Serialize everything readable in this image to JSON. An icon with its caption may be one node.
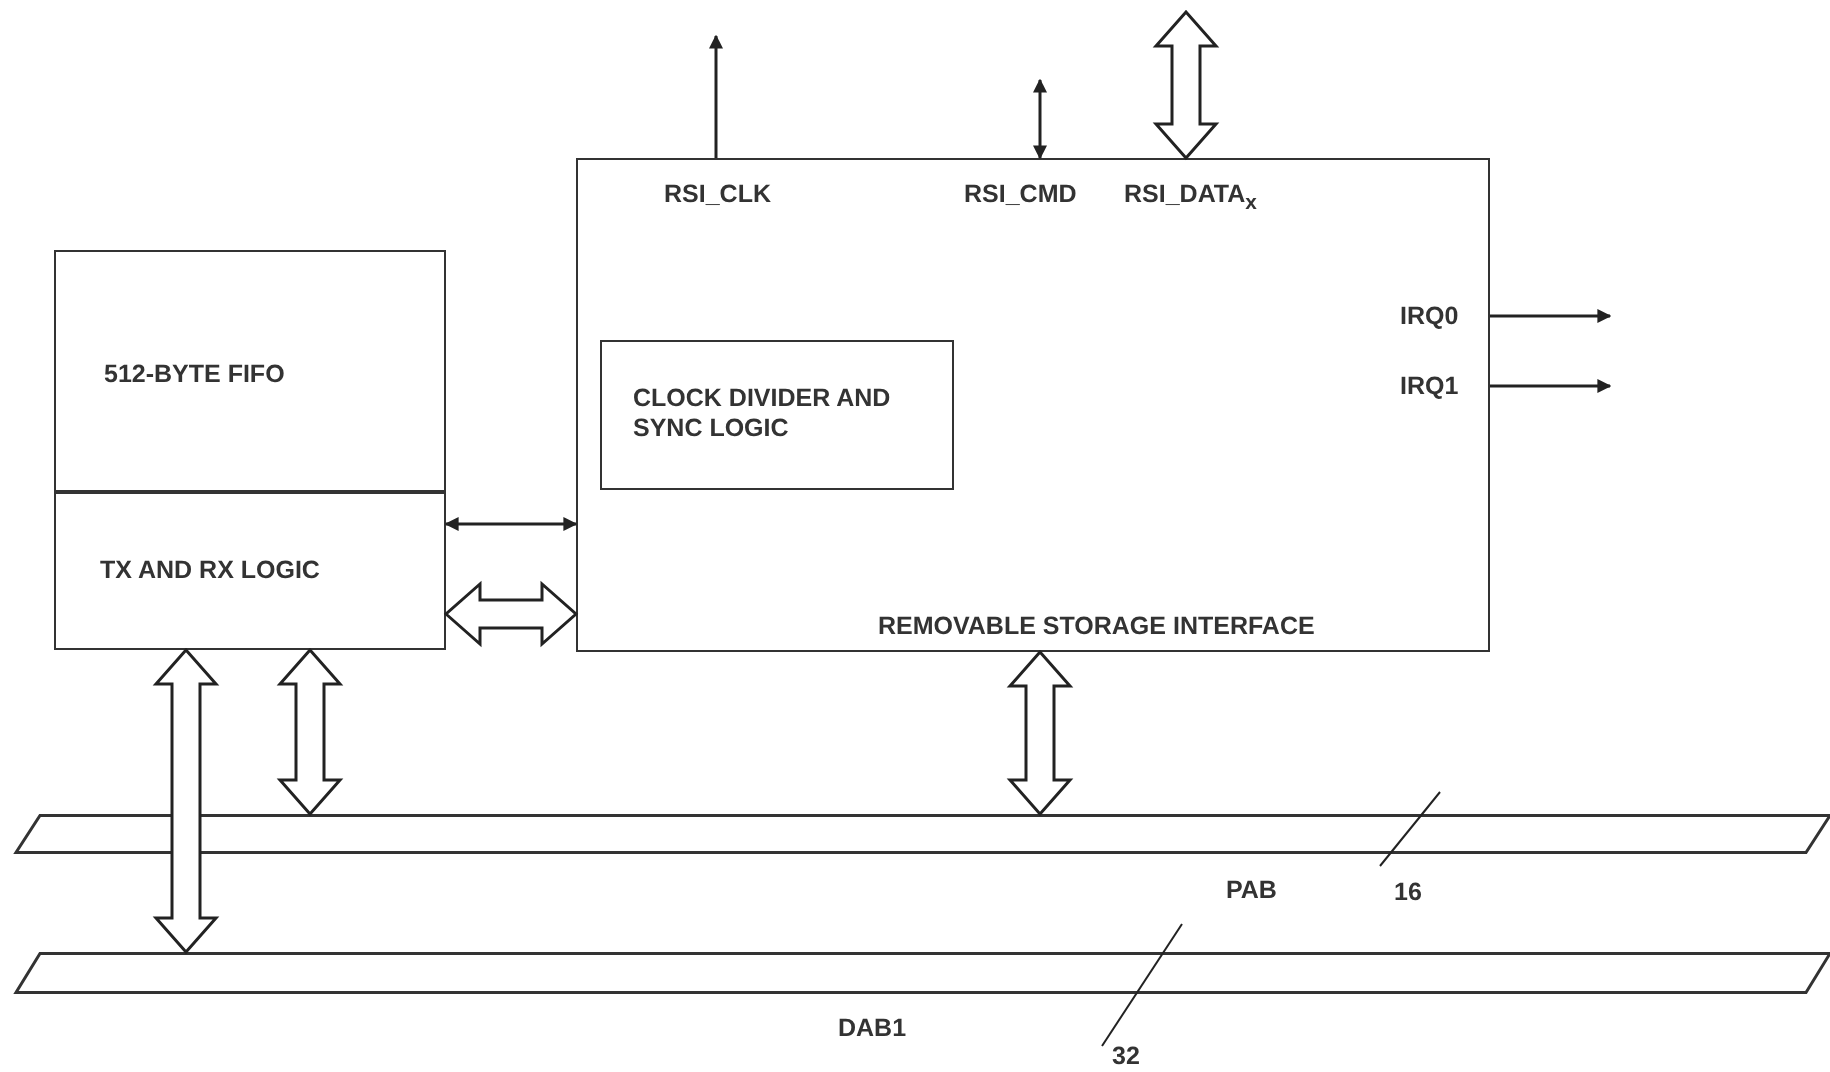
{
  "diagram": {
    "nodes": [
      {
        "text": [
          "512-BYTE FIFO"
        ]
      },
      {
        "text": [
          "TX AND RX LOGIC"
        ]
      },
      {
        "text": [
          "REMOVABLE STORAGE INTERFACE"
        ]
      },
      {
        "text": [
          "CLOCK DIVIDER AND SYNC LOGIC"
        ],
        "in": 2
      },
      {
        "text": [
          "PAB"
        ]
      },
      {
        "text": [
          "DAB1"
        ]
      }
    ],
    "edges": [
      {
        "from": 2,
        "to": null,
        "arrow": "to"
      },
      {
        "from": 2,
        "to": null,
        "arrow": "both"
      },
      {
        "from": 2,
        "to": null,
        "arrow": "both",
        "style": "thick"
      },
      {
        "from": 2,
        "to": null,
        "arrow": "to"
      },
      {
        "from": 2,
        "to": null,
        "arrow": "to"
      },
      {
        "from": 1,
        "to": 2,
        "arrow": "both"
      },
      {
        "from": 1,
        "to": 2,
        "arrow": "both",
        "style": "thick"
      },
      {
        "from": 1,
        "to": 5,
        "arrow": "both",
        "style": "thick"
      },
      {
        "from": 1,
        "to": 4,
        "arrow": "both",
        "style": "thick"
      },
      {
        "from": 2,
        "to": 4,
        "arrow": "both",
        "style": "thick"
      }
    ],
    "labels": [
      "RSI_CLK",
      "RSI_CMD",
      "RSI_DATA$_{x}$",
      "IRQ0",
      "IRQ1",
      "16",
      "32"
    ]
  }
}
